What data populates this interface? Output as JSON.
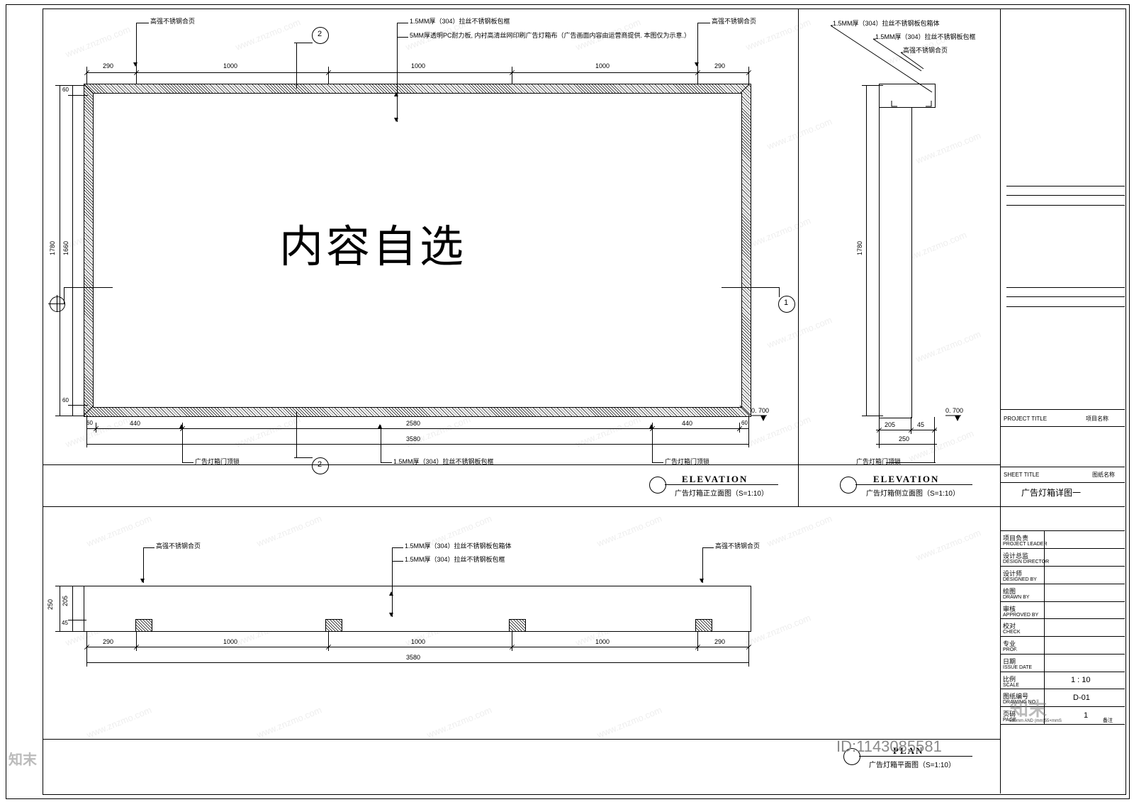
{
  "drawing": {
    "big_label": "内容自选",
    "watermark_text": "www.znzmo.com",
    "id_tag": "ID:1143085581"
  },
  "elevation_front": {
    "title": "ELEVATION",
    "subtitle": "广告灯箱正立面图（S=1:10）",
    "leaders_top": [
      "高强不锈钢合页",
      "1.5MM厚（304）拉丝不锈钢板包框",
      "5MM厚透明PC耐力板, 内衬高清丝网印刷广告灯箱布（广告画面内容由运营商提供. 本图仅为示意.）",
      "高强不锈钢合页"
    ],
    "leaders_bottom": [
      "广告灯箱门顶锁",
      "1.5MM厚（304）拉丝不锈钢板包框",
      "广告灯箱门顶锁"
    ],
    "dims_top": [
      "290",
      "1000",
      "1000",
      "1000",
      "290"
    ],
    "dims_bottom": [
      "60",
      "440",
      "2580",
      "440",
      "60"
    ],
    "dims_bottom_total": "3580",
    "dims_left": [
      "60",
      "1780",
      "1660",
      "60"
    ],
    "level_mark": "0. 700",
    "callout_1": "1",
    "callout_2a": "2",
    "callout_2b": "2"
  },
  "elevation_side": {
    "title": "ELEVATION",
    "subtitle": "广告灯箱侧立面图（S=1:10）",
    "leaders_top": [
      "1.5MM厚（304）拉丝不锈钢板包箱体",
      "1.5MM厚（304）拉丝不锈钢板包框",
      "高强不锈钢合页"
    ],
    "leader_bottom": "广告灯箱门顶锁",
    "dim_height": "1780",
    "dims_bottom": [
      "205",
      "45"
    ],
    "dims_bottom_total": "250",
    "level_mark": "0. 700"
  },
  "plan": {
    "title": "PLAN",
    "subtitle": "广告灯箱平面图（S=1:10）",
    "leaders_top": [
      "高强不锈钢合页",
      "1.5MM厚（304）拉丝不锈钢板包箱体",
      "1.5MM厚（304）拉丝不锈钢板包框",
      "高强不锈钢合页"
    ],
    "dims_left": [
      "250",
      "205",
      "45"
    ],
    "dims_bottom": [
      "290",
      "1000",
      "1000",
      "1000",
      "290"
    ],
    "dims_bottom_total": "3580"
  },
  "titleblock": {
    "project_title_en": "PROJECT TITLE",
    "project_title_cn": "项目名称",
    "sheet_title_en": "SHEET TITLE",
    "sheet_title_cn": "图纸名称",
    "sheet_name": "广告灯箱详图一",
    "rows": [
      {
        "cn": "项目负责",
        "en": "PROJECT LEADER",
        "value": ""
      },
      {
        "cn": "设计总监",
        "en": "DESIGN DIRECTOR",
        "value": ""
      },
      {
        "cn": "设计师",
        "en": "DESIGNED BY",
        "value": ""
      },
      {
        "cn": "绘图",
        "en": "DRAWN BY",
        "value": ""
      },
      {
        "cn": "审核",
        "en": "APPROVED BY",
        "value": ""
      },
      {
        "cn": "校对",
        "en": "CHECK",
        "value": ""
      },
      {
        "cn": "专业",
        "en": "PROF.",
        "value": ""
      },
      {
        "cn": "日期",
        "en": "ISSUE DATE",
        "value": ""
      },
      {
        "cn": "比例",
        "en": "SCALE",
        "value": "1 : 10"
      },
      {
        "cn": "图纸编号",
        "en": "DRAWING NO.",
        "value": "D-01"
      },
      {
        "cn": "页码",
        "en": "PAGE",
        "value": "1"
      }
    ],
    "footer_left": "610mm  AND   (mm)55×mmS",
    "footer_right": "备注"
  }
}
